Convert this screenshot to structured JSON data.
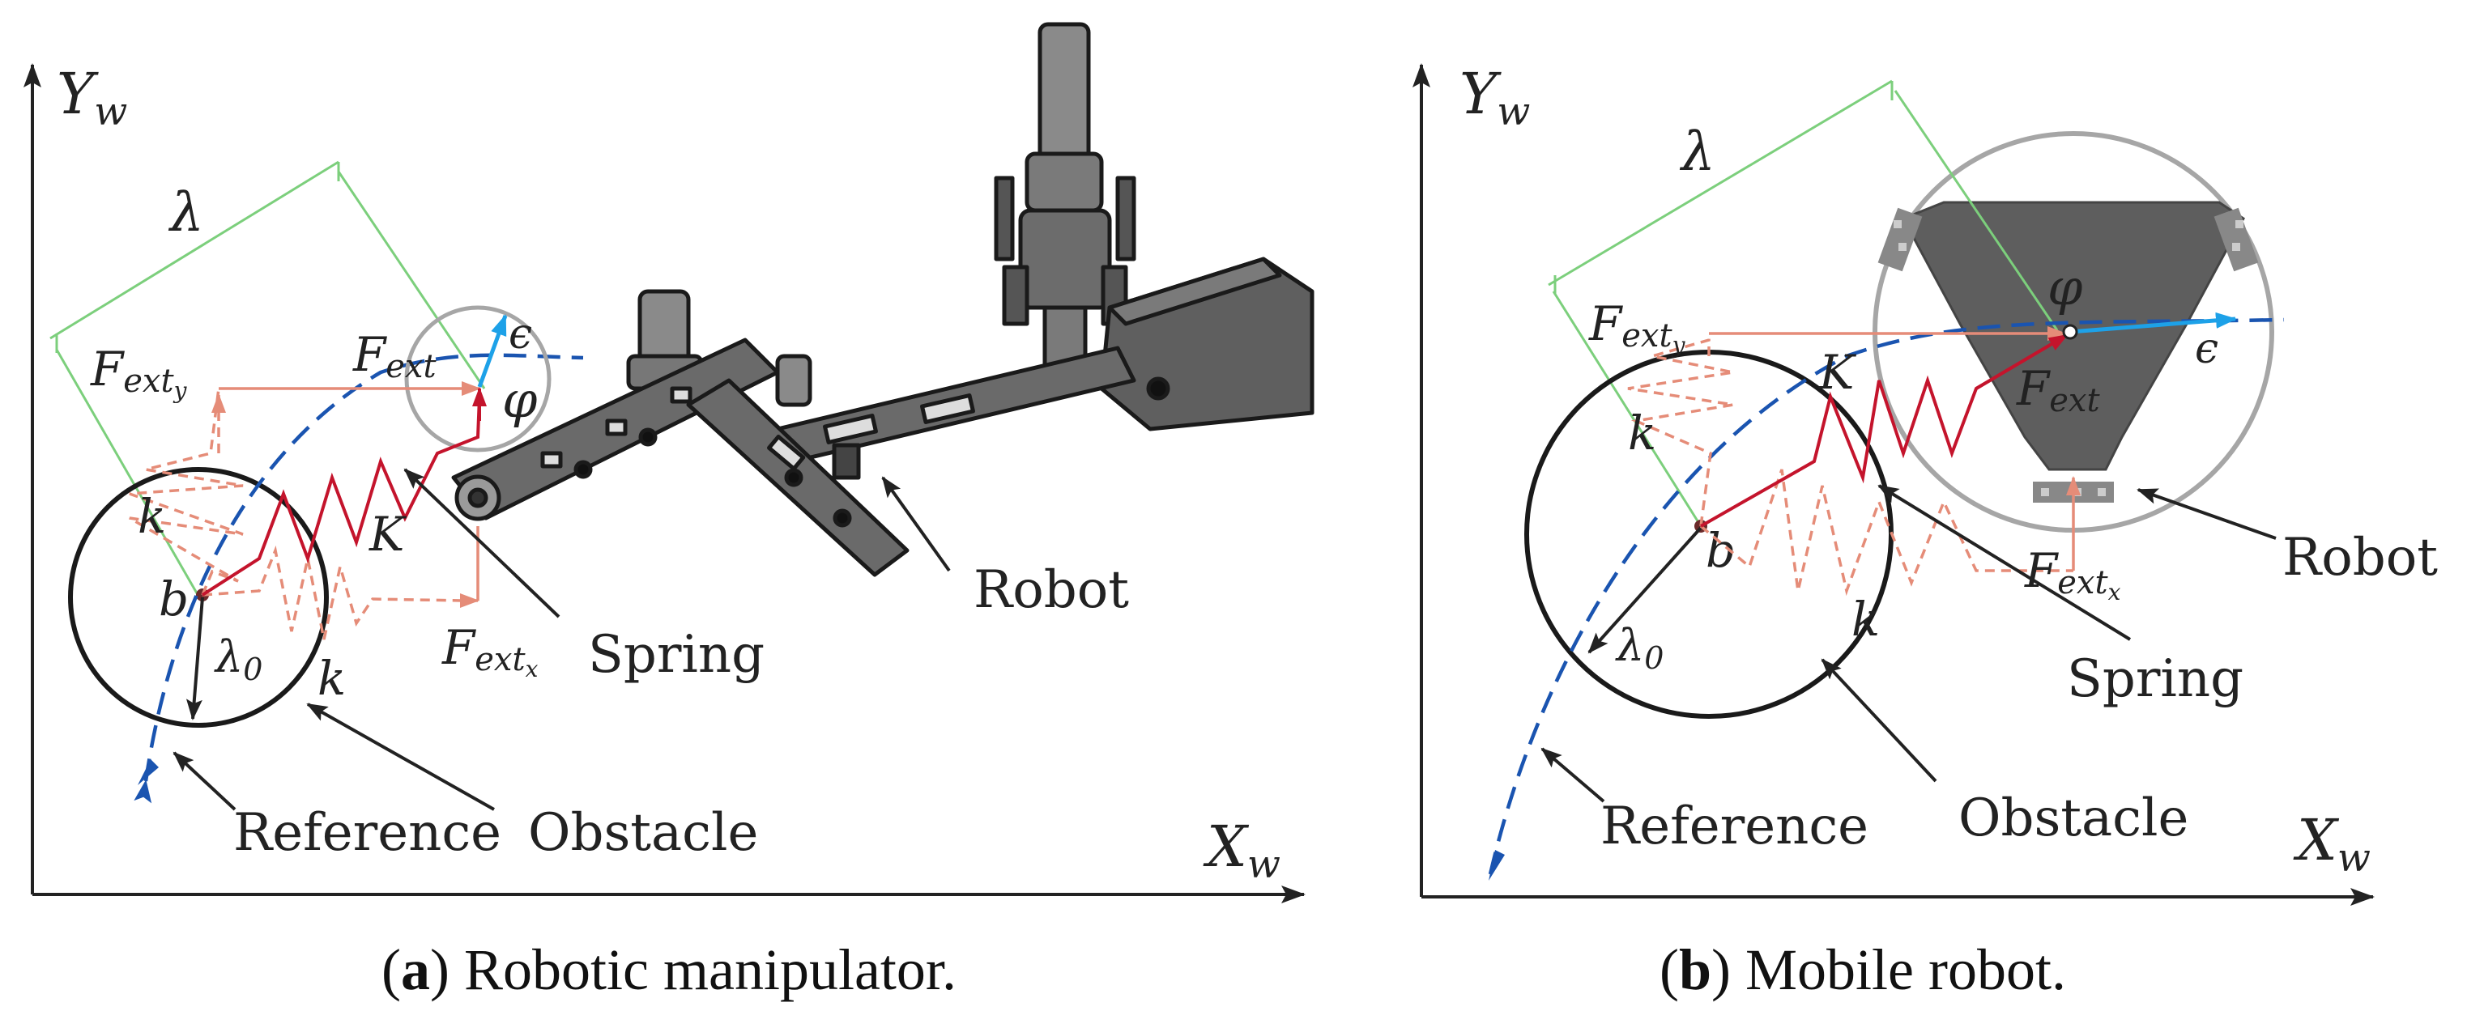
{
  "panel_a": {
    "axis_y": "Y",
    "axis_y_sub": "w",
    "axis_x": "X",
    "axis_x_sub": "w",
    "lambda": "λ",
    "lambda0": "λ",
    "lambda0_sub": "0",
    "b": "b",
    "k1": "k",
    "k2": "k",
    "K": "K",
    "F_ext": "F",
    "F_ext_sub": "ext",
    "F_ext_y": "F",
    "F_ext_y_sub": "ext",
    "F_ext_y_subsub": "y",
    "F_ext_x": "F",
    "F_ext_x_sub": "ext",
    "F_ext_x_subsub": "x",
    "epsilon": "ϵ",
    "phi": "φ",
    "spring": "Spring",
    "robot": "Robot",
    "reference": "Reference",
    "obstacle": "Obstacle",
    "caption_letter": "a",
    "caption_text": "Robotic manipulator."
  },
  "panel_b": {
    "axis_y": "Y",
    "axis_y_sub": "w",
    "axis_x": "X",
    "axis_x_sub": "w",
    "lambda": "λ",
    "lambda0": "λ",
    "lambda0_sub": "0",
    "b": "b",
    "k1": "k",
    "k2": "k",
    "K": "K",
    "F_ext": "F",
    "F_ext_sub": "ext",
    "F_ext_y": "F",
    "F_ext_y_sub": "ext",
    "F_ext_y_subsub": "y",
    "F_ext_x": "F",
    "F_ext_x_sub": "ext",
    "F_ext_x_subsub": "x",
    "epsilon": "ϵ",
    "phi": "φ",
    "spring": "Spring",
    "robot": "Robot",
    "reference": "Reference",
    "obstacle": "Obstacle",
    "caption_letter": "b",
    "caption_text": "Mobile robot."
  },
  "colors": {
    "axis": "#222222",
    "green": "#7ccf7c",
    "salmon": "#e58c78",
    "red": "#c4142c",
    "blue_dashed": "#1a54b0",
    "cyan": "#1da1e8",
    "grey_circle": "#a6a6a6",
    "robot_body": "#5a5a5a"
  }
}
